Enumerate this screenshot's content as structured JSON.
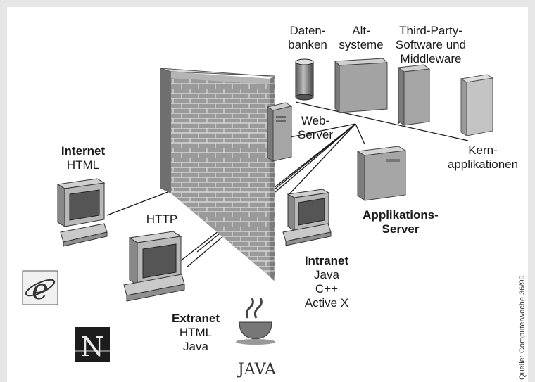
{
  "labels": {
    "datenbanken": [
      "Daten-",
      "banken"
    ],
    "altsysteme": [
      "Alt-",
      "systeme"
    ],
    "third_party": [
      "Third-Party-",
      "Software und",
      "Middleware"
    ],
    "webserver": [
      "Web-",
      "Server"
    ],
    "kernapplikationen": [
      "Kern-",
      "applikationen"
    ],
    "internet": [
      "Internet",
      "HTML"
    ],
    "http": "HTTP",
    "applikationsserver": [
      "Applikations-",
      "Server"
    ],
    "intranet": [
      "Intranet",
      "Java",
      "C++",
      "Active X"
    ],
    "extranet": [
      "Extranet",
      "HTML",
      "Java"
    ],
    "java_logo": "JAVA",
    "netscape_logo": "N",
    "ie_logo": "e",
    "source": "Quelle: Computerwoche 36/99"
  },
  "colors": {
    "background": "#e6e6e6",
    "canvas": "#ffffff",
    "brick": "#8c8c8c",
    "mortar": "#c8c8c8",
    "server": "#9a9a9a",
    "line": "#1a1a1a"
  },
  "icons": [
    "firewall-icon",
    "database-icon",
    "server-icon",
    "computer-icon",
    "internet-explorer-icon",
    "netscape-icon",
    "java-icon"
  ]
}
